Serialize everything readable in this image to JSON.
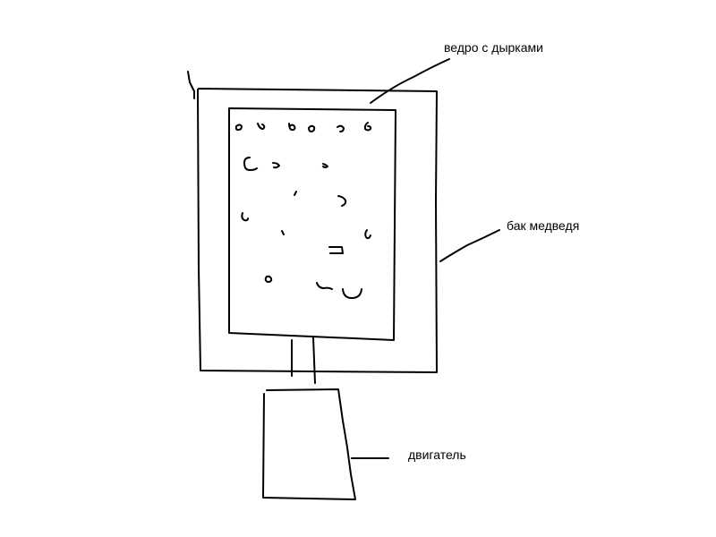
{
  "labels": {
    "bucket": "ведро с дырками",
    "tank": "бак медведя",
    "engine": "двигатель"
  },
  "colors": {
    "ink": "#000000",
    "background": "#ffffff"
  }
}
